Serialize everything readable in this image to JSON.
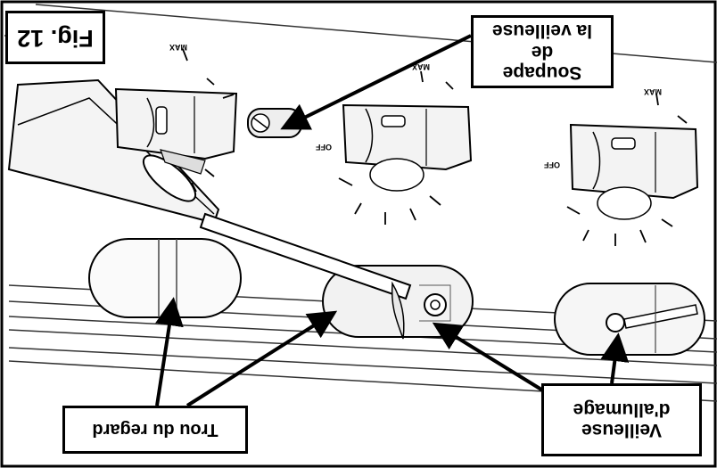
{
  "figure": {
    "fig_label": "Fig. 12",
    "callouts": {
      "pilot_valve_line1": "Soupape",
      "pilot_valve_line2": "de",
      "pilot_valve_line3": "la veilleuse",
      "sight_hole": "Trou du regard",
      "pilot_light_line1": "Veilleuse",
      "pilot_light_line2": "d'allumage"
    },
    "dial_marks": {
      "max": "MAX",
      "off": "OFF"
    }
  }
}
